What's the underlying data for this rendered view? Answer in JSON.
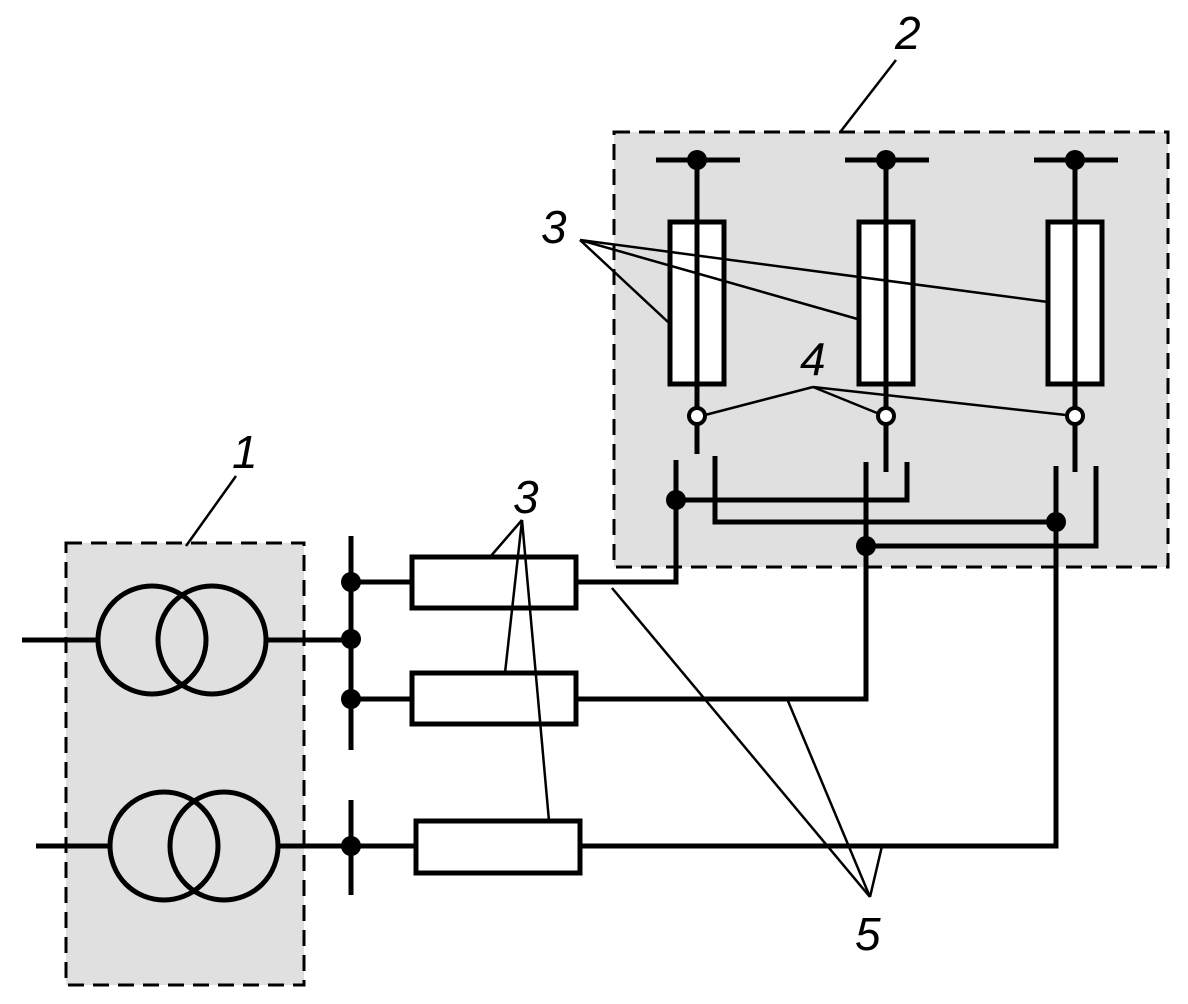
{
  "labels": {
    "transformer_block": "1",
    "fuse_cabinet": "2",
    "fuses_top": "3",
    "fuses_bottom": "3",
    "disconnects": "4",
    "cables": "5"
  },
  "colors": {
    "line": "#000000",
    "enclosure_fill": "#e0e0e0",
    "background": "#ffffff"
  }
}
